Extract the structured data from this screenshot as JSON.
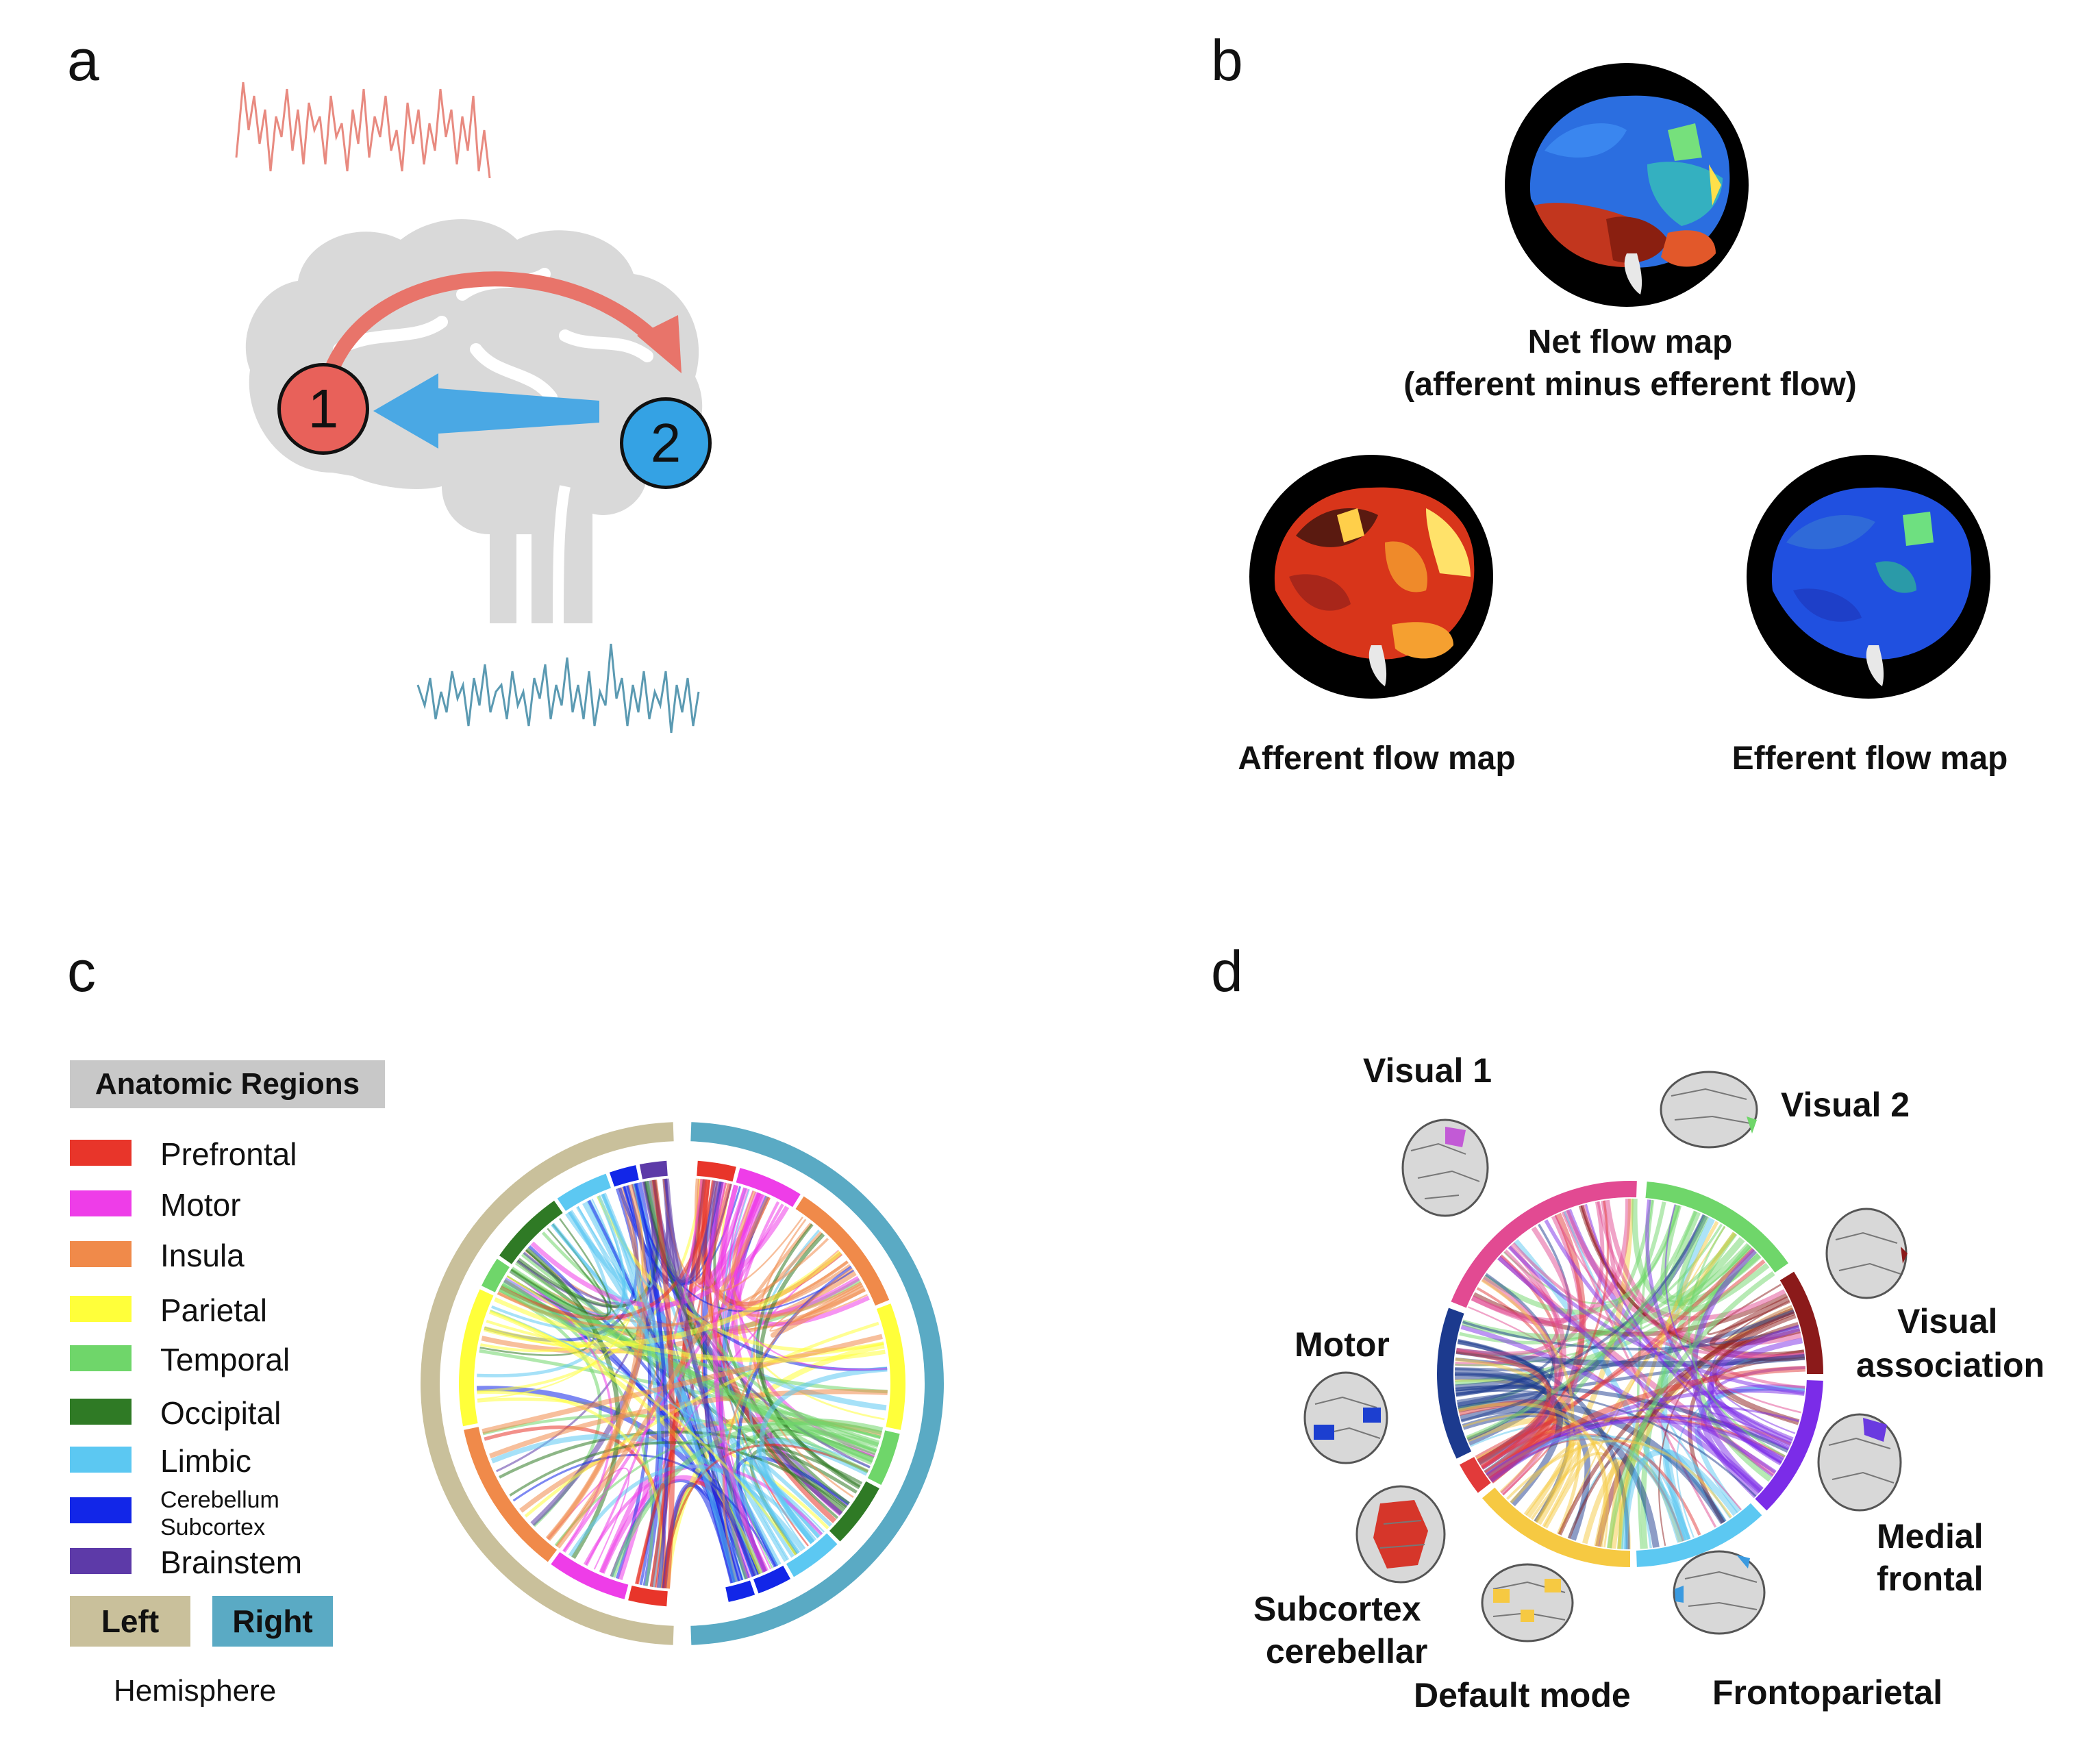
{
  "panels": {
    "a": "a",
    "b": "b",
    "c": "c",
    "d": "d"
  },
  "panel_a": {
    "node1": "1",
    "node2": "2"
  },
  "panel_b": {
    "net_title": "Net flow map",
    "net_subtitle": "(afferent minus efferent flow)",
    "afferent": "Afferent flow map",
    "efferent": "Efferent flow map"
  },
  "panel_c": {
    "legend_title": "Anatomic Regions",
    "regions": [
      {
        "label": "Prefrontal",
        "color": "#e8352a"
      },
      {
        "label": "Motor",
        "color": "#ee3de8"
      },
      {
        "label": "Insula",
        "color": "#f08a4a"
      },
      {
        "label": "Parietal",
        "color": "#ffff3a"
      },
      {
        "label": "Temporal",
        "color": "#6fd66a"
      },
      {
        "label": "Occipital",
        "color": "#2f7a25"
      },
      {
        "label": "Limbic",
        "color": "#5cc8f2"
      },
      {
        "label": "Cerebellum",
        "color": "#1226e8"
      },
      {
        "label": "Subcortex",
        "color": "#1226e8"
      },
      {
        "label": "Brainstem",
        "color": "#5d3aa8"
      }
    ],
    "left_label": "Left",
    "right_label": "Right",
    "left_color": "#c9c09b",
    "right_color": "#5aaac4",
    "hemisphere_label": "Hemisphere"
  },
  "panel_d": {
    "networks": [
      {
        "label": "Visual 1",
        "color": "#6fd66a"
      },
      {
        "label": "Visual 2",
        "color": "#8b1a1a"
      },
      {
        "label": "Visual",
        "color": "#7b2ce8"
      },
      {
        "label": "association",
        "color": "#7b2ce8"
      },
      {
        "label": "Medial",
        "color": "#5cc8f2"
      },
      {
        "label": "frontal",
        "color": "#5cc8f2"
      },
      {
        "label": "Frontoparietal",
        "color": "#f6c942"
      },
      {
        "label": "Default mode",
        "color": "#e23a3a"
      },
      {
        "label": "Subcortex",
        "color": "#1c3a8e"
      },
      {
        "label": "cerebellar",
        "color": "#1c3a8e"
      },
      {
        "label": "Motor",
        "color": "#e24a92"
      }
    ]
  }
}
